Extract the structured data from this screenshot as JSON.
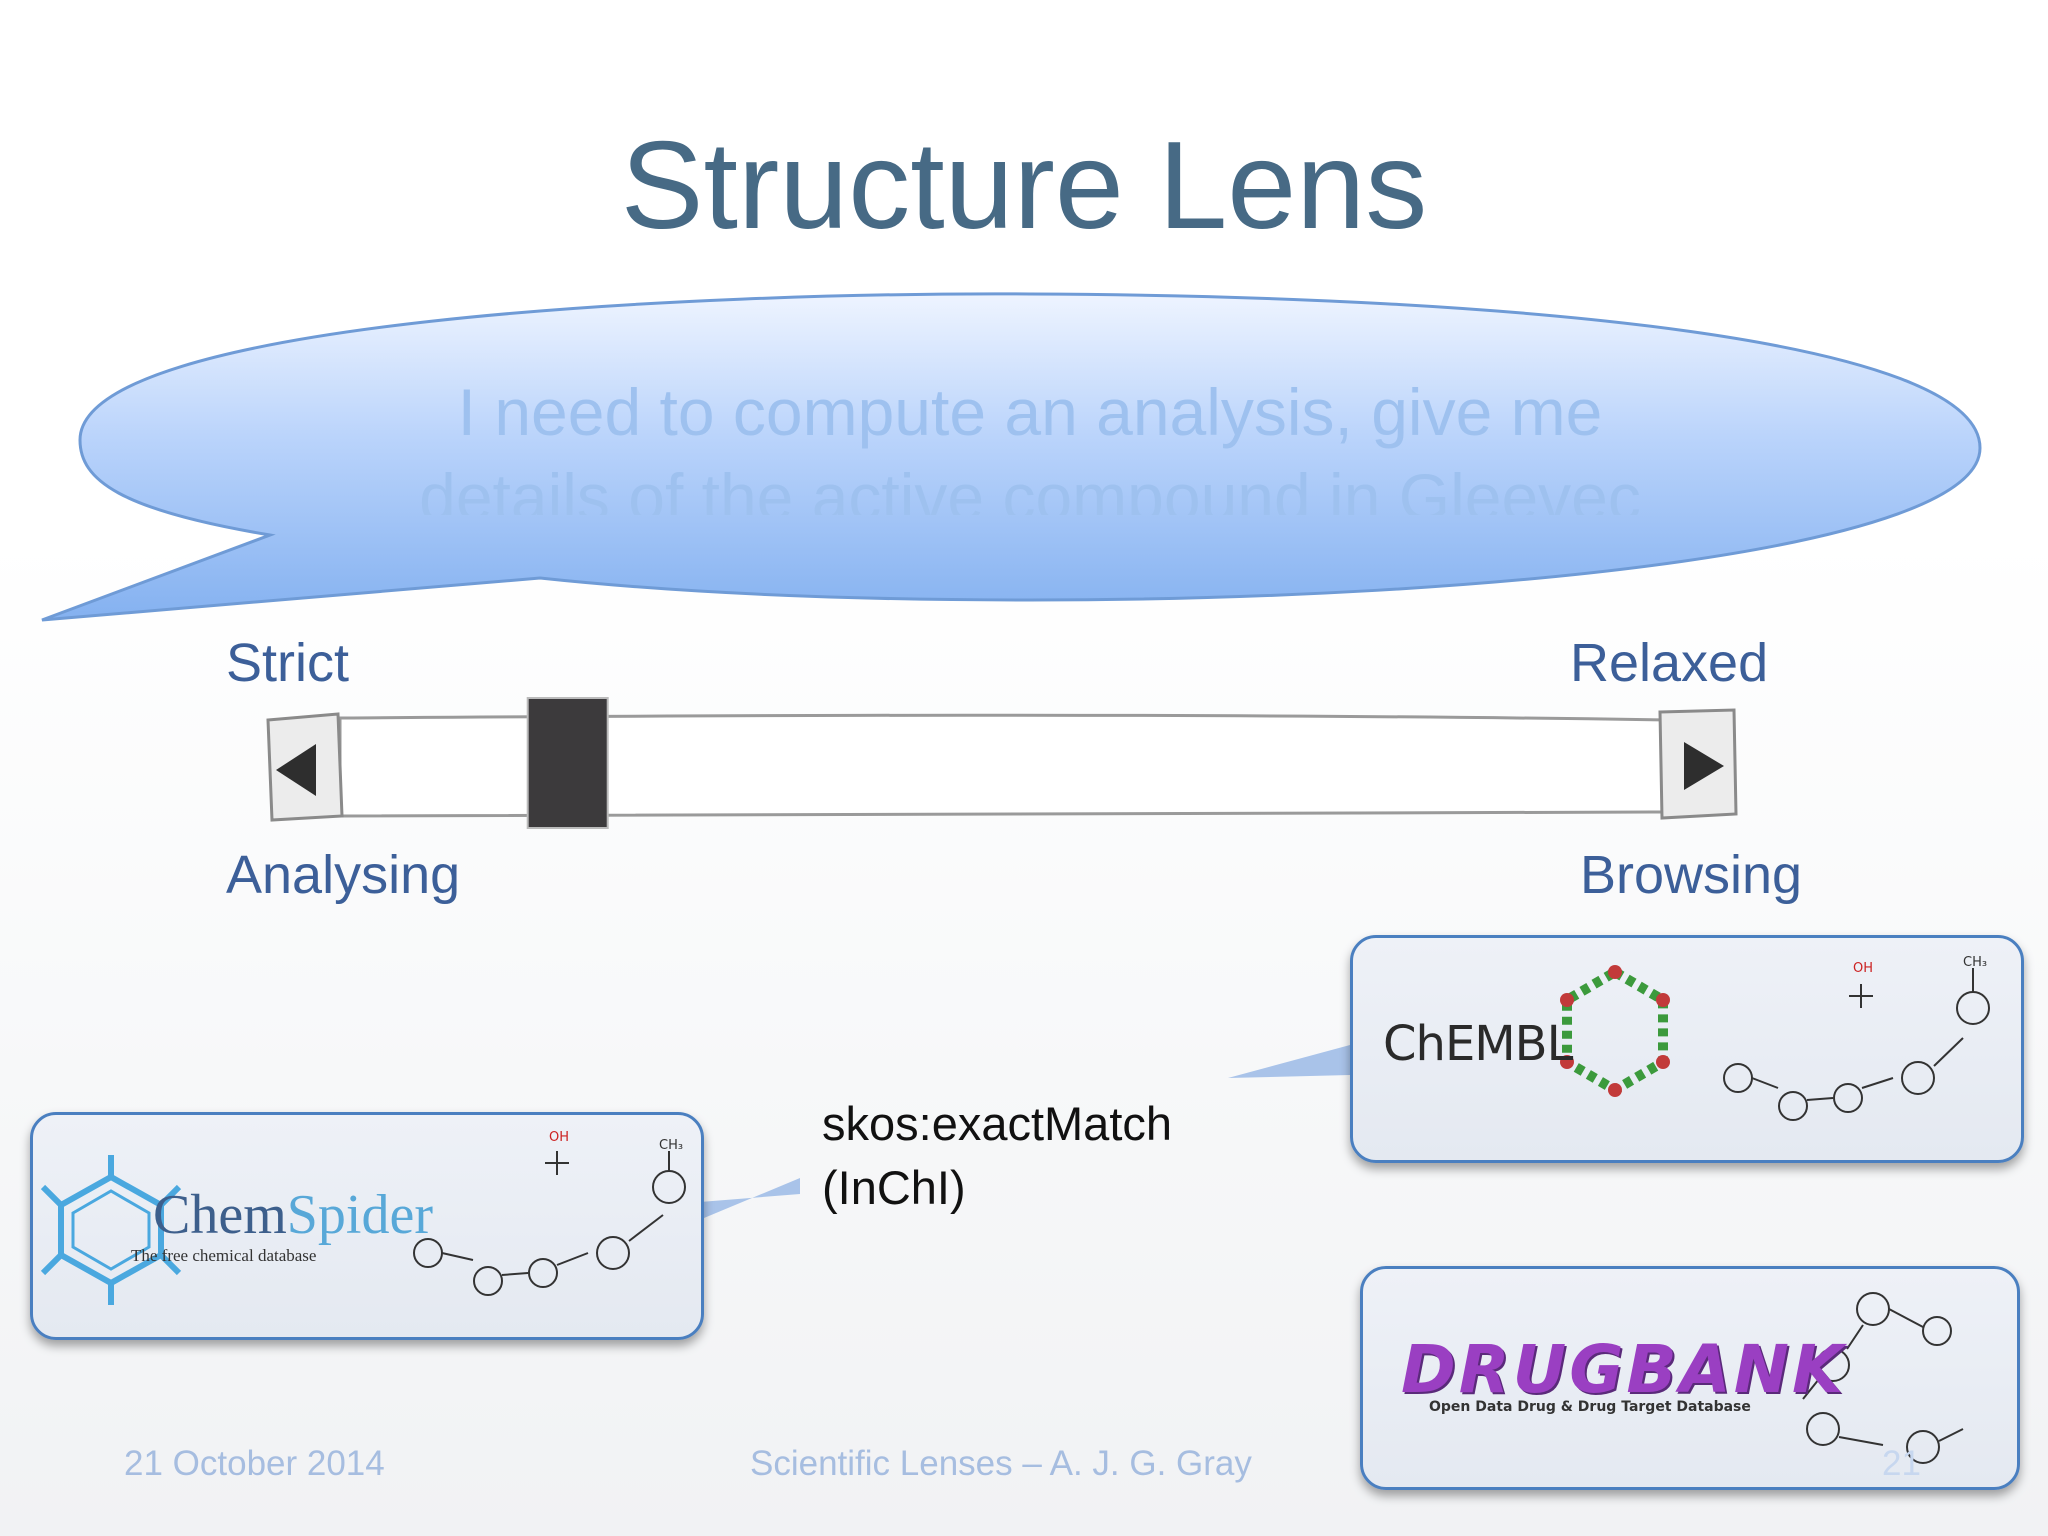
{
  "slide": {
    "title": "Structure Lens",
    "speech_bubble": {
      "line1": "I need to compute an analysis, give me",
      "line2": "details of the active compound in Gleevec"
    },
    "slider": {
      "top_left_label": "Strict",
      "top_right_label": "Relaxed",
      "bottom_left_label": "Analysing",
      "bottom_right_label": "Browsing",
      "left_arrow_icon": "triangle-left",
      "right_arrow_icon": "triangle-right",
      "thumb_position": 0.15
    },
    "databases": {
      "chemspider": {
        "name_part1": "Chem",
        "name_part2": "Spider",
        "tagline": "The free chemical database"
      },
      "chembl": {
        "name": "ChEMBL"
      },
      "drugbank": {
        "name": "DRUGBANK",
        "tagline": "Open Data Drug & Drug Target Database"
      }
    },
    "relation": {
      "line1": "skos:exactMatch",
      "line2": "(InChI)"
    },
    "footer": {
      "date": "21 October 2014",
      "author": "Scientific Lenses – A. J. G. Gray",
      "page": "21"
    },
    "colors": {
      "title": "#476a85",
      "label": "#3c5f99",
      "bubble_text": "#9ec1ef",
      "card_border": "#4a7fc0"
    }
  }
}
